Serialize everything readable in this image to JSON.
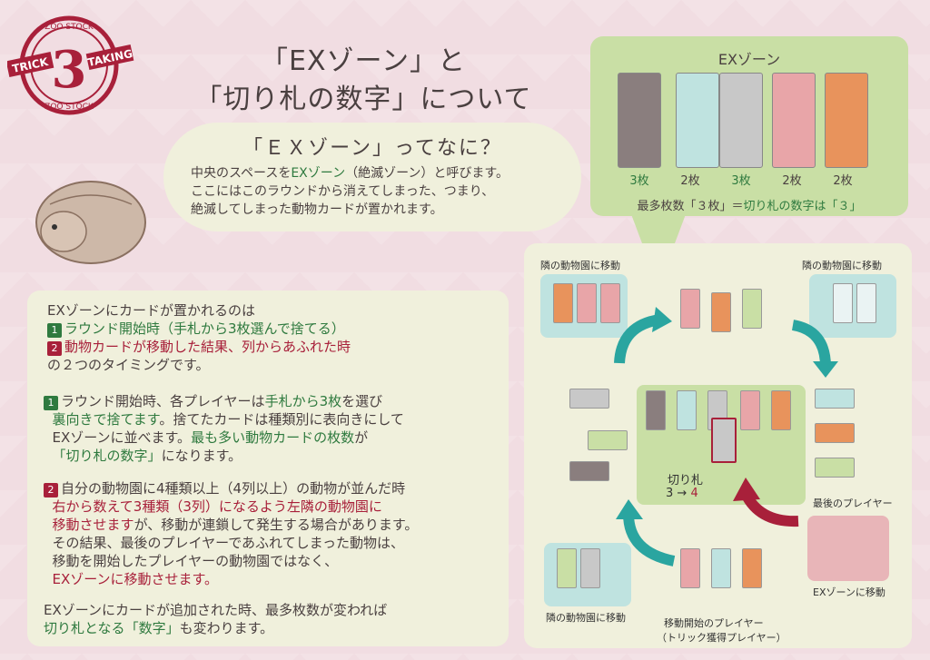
{
  "logo": {
    "top": "ZOO STOCK",
    "left": "TRICK",
    "right": "TAKING",
    "bottom": "ZOO STOCK",
    "number": "3"
  },
  "title": {
    "line1": "「EXゾーン」と",
    "line2": "「切り札の数字」について"
  },
  "bubble": {
    "heading": "「ＥＸゾーン」ってなに？",
    "l1a": "中央のスペースを",
    "l1b": "EXゾーン",
    "l1c": "（絶滅ゾーン）と呼びます。",
    "l2": "ここにはこのラウンドから消えてしまった、つまり、",
    "l3": "絶滅してしまった動物カードが置かれます。"
  },
  "exzone": {
    "title": "EXゾーン",
    "cards": [
      {
        "count": "3枚",
        "color": "#8a7e7e",
        "highlight": true
      },
      {
        "count": "2枚",
        "color": "#bfe3e0",
        "highlight": false
      },
      {
        "count": "3枚",
        "color": "#c8c8c8",
        "highlight": true
      },
      {
        "count": "2枚",
        "color": "#e8a5a8",
        "highlight": false
      },
      {
        "count": "2枚",
        "color": "#e8935c",
        "highlight": false
      }
    ],
    "note_a": "最多枚数「３枚」＝",
    "note_b": "切り札の数字は「３」"
  },
  "main": {
    "intro": "EXゾーンにカードが置かれるのは",
    "n1": "1",
    "b1": "ラウンド開始時（手札から3枚選んで捨てる）",
    "n2": "2",
    "b2": "動物カードが移動した結果、列からあふれた時",
    "b3": "の２つのタイミングです。",
    "s1_num": "1",
    "s1_a": "ラウンド開始時、各プレイヤーは",
    "s1_b": "手札から3枚",
    "s1_c": "を選び",
    "s1_d": "裏向きで捨てます",
    "s1_e": "。捨てたカードは種類別に表向きにして",
    "s1_f": "EXゾーンに並べます。",
    "s1_g": "最も多い動物カードの枚数",
    "s1_h": "が",
    "s1_i": "「切り札の数字」",
    "s1_j": "になります。",
    "s2_num": "2",
    "s2_a": "自分の動物園に4種類以上（4列以上）の動物が並んだ時",
    "s2_b": "右から数えて3種類（3列）になるよう左隣の動物園に",
    "s2_c": "移動させます",
    "s2_d": "が、移動が連鎖して発生する場合があります。",
    "s2_e": "その結果、最後のプレイヤーであふれてしまった動物は、",
    "s2_f": "移動を開始したプレイヤーの動物園ではなく、",
    "s2_g": "EXゾーンに移動させます。",
    "f1": "EXゾーンにカードが追加された時、最多枚数が変われば",
    "f2a": "切り札となる",
    "f2b": "「数字」",
    "f2c": "も変わります。"
  },
  "diagram": {
    "tl": "隣の動物園に移動",
    "tr": "隣の動物園に移動",
    "bl": "隣の動物園に移動",
    "last": "最後のプレイヤー",
    "ex": "EXゾーンに移動",
    "start1": "移動開始のプレイヤー",
    "start2": "（トリック獲得プレイヤー）",
    "trump": "切り札",
    "trump_from": "3 →",
    "trump_to": "4"
  }
}
